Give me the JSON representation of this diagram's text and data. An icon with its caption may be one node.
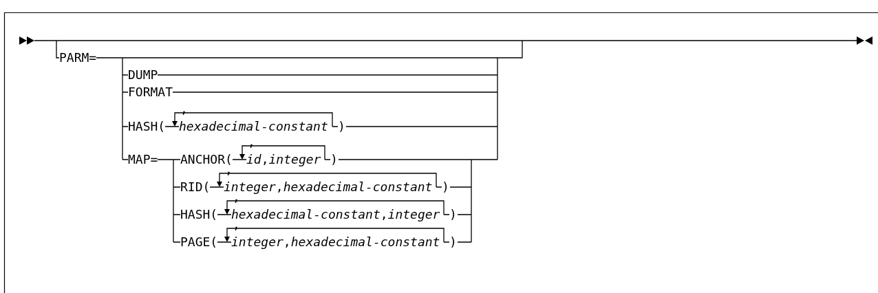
{
  "diagram": {
    "labels": [
      "PARM=",
      "DUMP",
      "FORMAT",
      ",",
      "HASH(",
      "hexadecimal-constant",
      ")",
      "MAP=",
      ",",
      "ANCHOR(",
      "*id*,*integer*",
      ")",
      ",",
      "RID(",
      "*integer*,*hexadecimal-constant*",
      ")",
      ",",
      "HASH(",
      "*hexadecimal-constant*,*integer*",
      ")",
      ",",
      "PAGE(",
      "*integer*,*hexadecimal-constant*",
      ")"
    ]
  }
}
